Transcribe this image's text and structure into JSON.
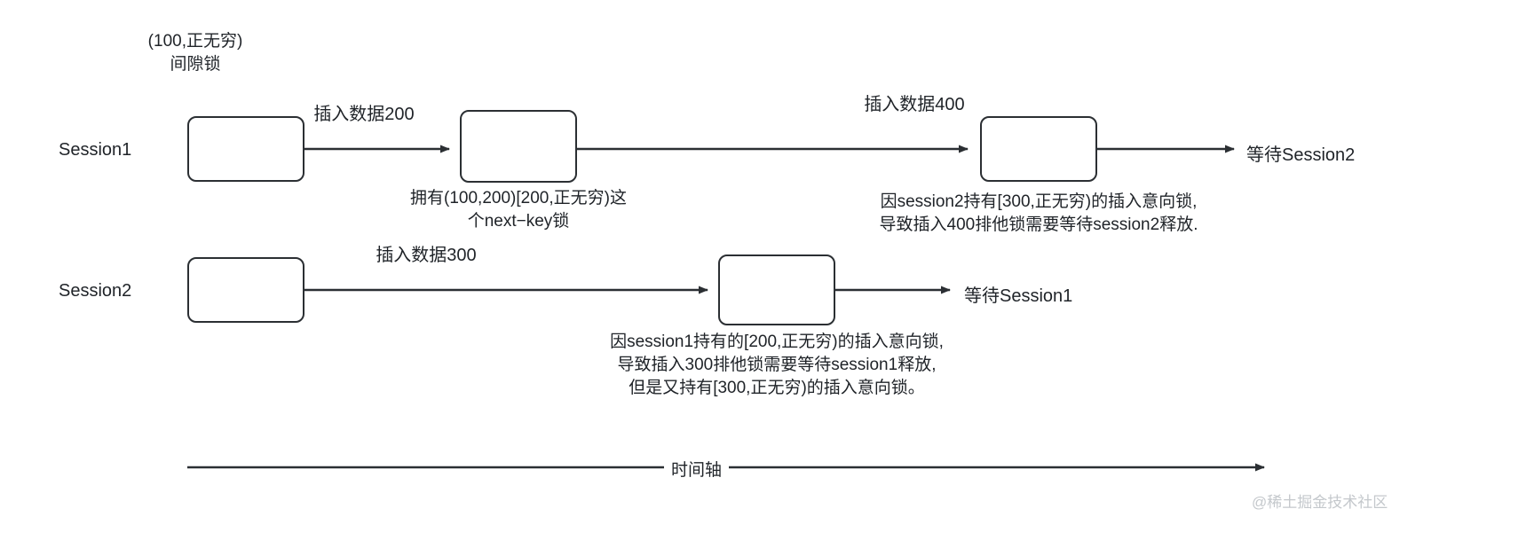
{
  "diagram": {
    "top_note": {
      "line1": "(100,正无穷)",
      "line2": "间隙锁"
    },
    "lanes": [
      {
        "id": "session1",
        "label": "Session1",
        "end_label": "等待Session2"
      },
      {
        "id": "session2",
        "label": "Session2",
        "end_label": "等待Session1"
      }
    ],
    "edges": [
      {
        "id": "s1-e1",
        "label": "插入数据200"
      },
      {
        "id": "s1-e2",
        "label": "插入数据400"
      },
      {
        "id": "s2-e1",
        "label": "插入数据300"
      }
    ],
    "captions": [
      {
        "id": "s1-box2-caption",
        "line1": "拥有(100,200)[200,正无穷)这",
        "line2": "个next−key锁"
      },
      {
        "id": "s1-box3-caption",
        "line1": "因session2持有[300,正无穷)的插入意向锁,",
        "line2": "导致插入400排他锁需要等待session2释放."
      },
      {
        "id": "s2-box2-caption",
        "line1": "因session1持有的[200,正无穷)的插入意向锁,",
        "line2": "导致插入300排他锁需要等待session1释放,",
        "line3": "但是又持有[300,正无穷)的插入意向锁。"
      }
    ],
    "timeline": {
      "label": "时间轴"
    },
    "watermark": "@稀土掘金技术社区",
    "colors": {
      "stroke": "#2b2f33",
      "text": "#1f2328",
      "background": "#ffffff",
      "watermark": "#c4c8cc"
    }
  }
}
